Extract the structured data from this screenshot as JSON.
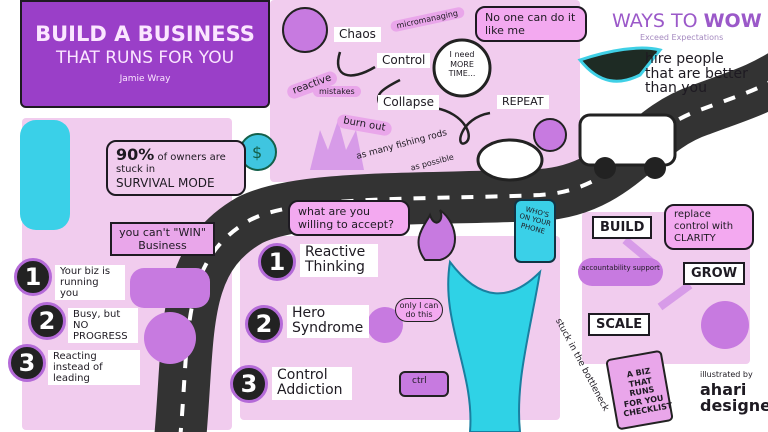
{
  "title": {
    "line1": "BUILD A BUSINESS",
    "line2": "THAT RUNS FOR YOU",
    "author": "Jamie Wray"
  },
  "logo": {
    "name_part1": "WAYS TO ",
    "name_part2": "WOW",
    "tagline": "Exceed Expectations",
    "accent": "#9b59c9"
  },
  "cycle": {
    "chaos": "Chaos",
    "control": "Control",
    "collapse": "Collapse",
    "repeat": "REPEAT",
    "reactive": "reactive",
    "mistakes": "mistakes",
    "micromanaging": "micromanaging",
    "burn_out": "burn out",
    "fishing": "as many fishing rods",
    "fishing2": "as possible",
    "clock": "I need MORE TIME...",
    "no_one": "No one can do it like me"
  },
  "hire": "hire people that are better than you",
  "survival": {
    "pct": "90%",
    "text1": "of owners are stuck in",
    "text2": "SURVIVAL MODE"
  },
  "banner": "you can't \"WIN\" Business",
  "left_list": [
    {
      "n": "1",
      "text": "Your biz is running you"
    },
    {
      "n": "2",
      "text": "Busy, but NO PROGRESS"
    },
    {
      "n": "3",
      "text": "Reacting instead of leading"
    }
  ],
  "accept": "what are you willing to accept?",
  "mid_list": [
    {
      "n": "1",
      "text": "Reactive Thinking"
    },
    {
      "n": "2",
      "text": "Hero Syndrome"
    },
    {
      "n": "3",
      "text": "Control Addiction"
    }
  ],
  "only_i": "only I can do this",
  "ctrl": "ctrl",
  "phone": "WHO'S ON YOUR PHONE",
  "stuck": "stuck in the bottleneck",
  "steps": {
    "build": "BUILD",
    "grow": "GROW",
    "scale": "SCALE",
    "clarity": "replace control with CLARITY",
    "support": "accountability support"
  },
  "checklist": "A BIZ THAT RUNS FOR YOU CHECKLIST",
  "credit": {
    "by": "illustrated by",
    "name1": "ahari",
    "name2": "designer"
  },
  "colors": {
    "purple": "#9a3fc8",
    "pink": "#f1ccee",
    "road": "#333333",
    "teal": "#2fd2e6"
  }
}
